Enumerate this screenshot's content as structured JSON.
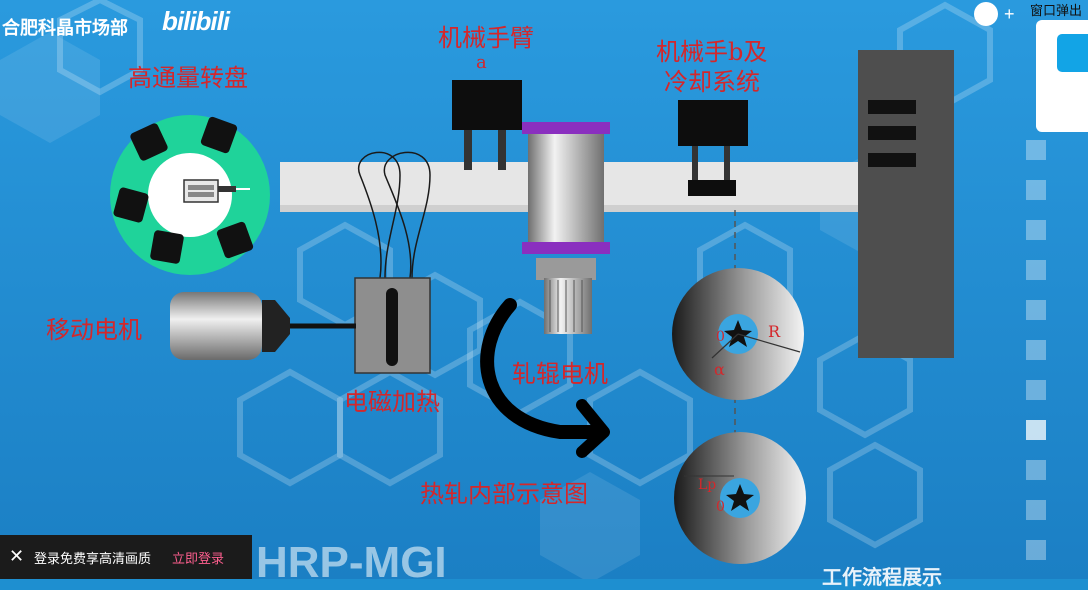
{
  "overlay": {
    "brand": "合肥科晶市场部",
    "logo": "bilibili",
    "popout": "窗口弹出",
    "plus": "+",
    "login_close": "✕",
    "login_text": "登录免费享高清画质",
    "login_link": "立即登录"
  },
  "diagram": {
    "arm_a": "机械手臂",
    "arm_a_letter": "a",
    "arm_b_line1": "机械手b及",
    "arm_b_line2": "冷却系统",
    "turntable": "高通量转盘",
    "motor": "移动电机",
    "heating": "电磁加热",
    "roller_motor": "轧辊电机",
    "internal_diagram": "热轧内部示意图",
    "sym_R": "R",
    "sym_alpha": "α",
    "sym_zero_1": "0",
    "sym_zero_2": "0",
    "sym_Lp": "Lp"
  },
  "video": {
    "watermark": "HRP-MGI",
    "caption": "工作流程展示"
  },
  "colors": {
    "background": "#1e8fd0",
    "label_red": "#d4272b",
    "turntable_green": "#1fd39a",
    "roller_purple": "#8a2fbf",
    "login_accent": "#ff5f8f"
  }
}
